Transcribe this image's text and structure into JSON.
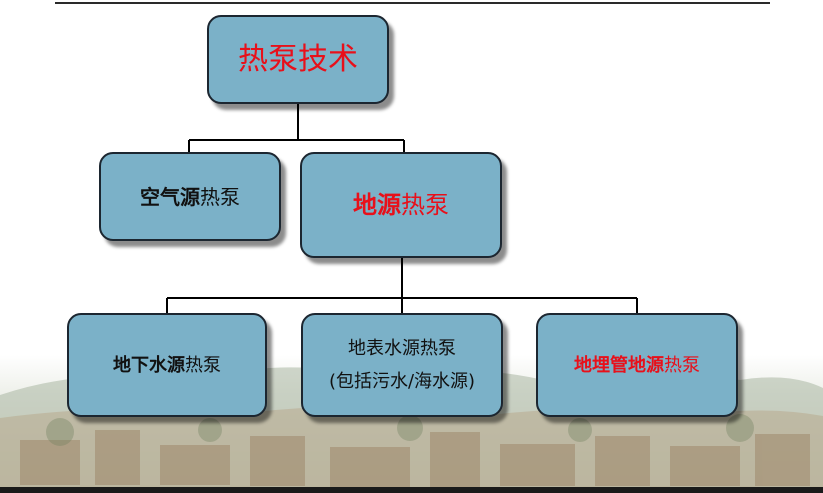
{
  "diagram": {
    "root": {
      "text": "热泵技术",
      "color": "#e8101a"
    },
    "level1": [
      {
        "strong": "空气源",
        "rest": "热泵",
        "color": "#111111"
      },
      {
        "strong": "地源",
        "rest": "热泵",
        "color": "#e8101a"
      }
    ],
    "level2": [
      {
        "strong": "地下水源",
        "rest": "热泵",
        "color": "#111111"
      },
      {
        "line1": "地表水源热泵",
        "line2": "(包括污水/海水源)",
        "color": "#111111"
      },
      {
        "strong": "地埋管地源",
        "rest": "热泵",
        "color": "#e8101a"
      }
    ]
  },
  "colors": {
    "node_fill": "#7bb1c8",
    "node_border": "#1c2630",
    "connector": "#000000"
  }
}
